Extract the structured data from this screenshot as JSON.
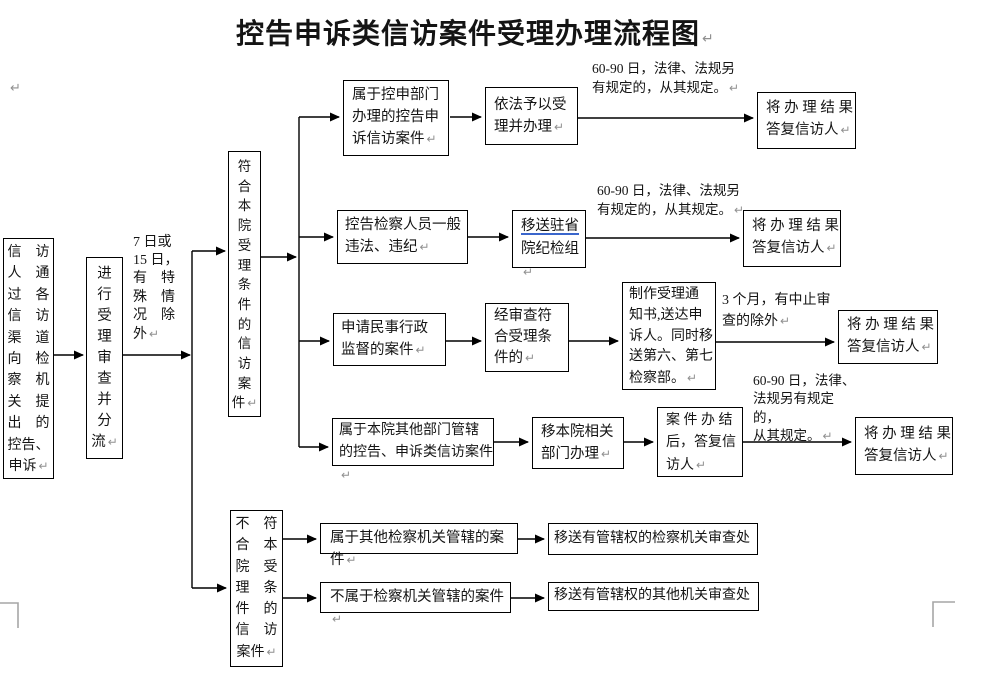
{
  "title": {
    "text": "控告申诉类信访案件受理办理流程图"
  },
  "marks": {
    "ret": "↵"
  },
  "colors": {
    "line": "#000000",
    "underline": "#3a66cc",
    "mark": "#909090"
  },
  "diagram": {
    "source": {
      "text": "信　访\n人　通\n过　各\n信　访\n渠　道\n向　检\n察　机\n关　提\n出　的\n控告、\n申诉"
    },
    "review": {
      "text": "进\n行\n受\n理\n审\n查\n并\n分\n流"
    },
    "review_duration": {
      "text": "7 日或\n15 日，\n有　特\n殊　情\n况　除\n外"
    },
    "qualified": {
      "text": "符\n合\n本\n院\n受\n理\n条\n件\n的\n信\n访\n案\n件"
    },
    "not_qualified": {
      "text": "不　符\n合　本\n院　受\n理　条\n件　的\n信　访\n案件"
    },
    "branch1": {
      "case": "属于控申部门\n办理的控告申\n诉信访案件",
      "accept": "依法予以受\n理并办理",
      "deadline": "60-90 日，法律、法规另\n有规定的，从其规定。",
      "reply": "将 办 理 结 果\n答复信访人"
    },
    "branch2": {
      "case": "控告检察人员一般\n违法、违纪",
      "transfer_line1": "移送驻省",
      "transfer_line2": "院纪检组",
      "deadline": "60-90 日，法律、法规另\n有规定的，从其规定。",
      "reply": "将 办 理 结 果\n答复信访人"
    },
    "branch3": {
      "case": "申请民事行政\n监督的案件",
      "review_pass": "经审查符\n合受理条\n件的",
      "notice": "制作受理通\n知书,送达申\n诉人。同时移\n送第六、第七\n检察部。",
      "deadline": "3 个月，有中止审\n查的除外",
      "reply": "将 办 理 结 果\n答复信访人"
    },
    "branch4": {
      "case": "属于本院其他部门管辖\n的控告、申诉类信访案件",
      "transfer": "移本院相关\n部门办理",
      "closed": "案 件 办 结\n后，答复信\n访人",
      "deadline": "60-90 日，法律、\n法规另有规定的，\n从其规定。",
      "reply": "将 办 理 结 果\n答复信访人"
    },
    "branch5": {
      "case": "属于其他检察机关管辖的案件",
      "transfer": "移送有管辖权的检察机关审查处"
    },
    "branch6": {
      "case": "不属于检察机关管辖的案件",
      "transfer": "移送有管辖权的其他机关审查处"
    }
  }
}
